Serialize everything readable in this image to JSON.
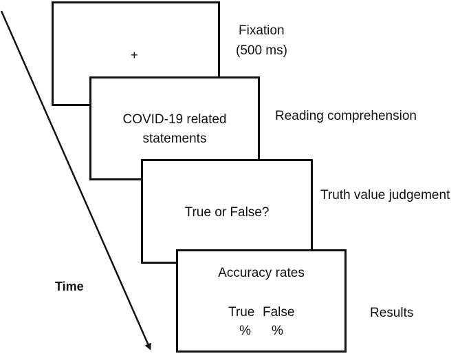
{
  "screens": {
    "fixation": {
      "symbol": "+"
    },
    "reading": {
      "line1": "COVID-19 related",
      "line2": "statements"
    },
    "judgement": {
      "text": "True or False?"
    },
    "results": {
      "title": "Accuracy rates",
      "col_true": "True",
      "col_false": "False",
      "pct_true": "%",
      "pct_false": "%"
    }
  },
  "labels": {
    "fixation_line1": "Fixation",
    "fixation_line2": "(500 ms)",
    "reading": "Reading comprehension",
    "judgement": "Truth value judgement",
    "results": "Results",
    "time": "Time"
  }
}
